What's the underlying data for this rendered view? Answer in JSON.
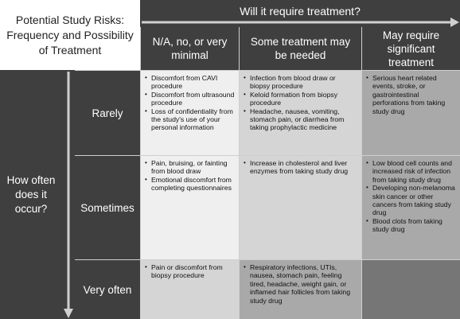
{
  "title_lines": [
    "Potential Study Risks:",
    "Frequency and Possibility",
    "of Treatment"
  ],
  "top_axis_label": "Will it require treatment?",
  "left_axis_lines": [
    "How often",
    "does it",
    "occur?"
  ],
  "columns": [
    {
      "lines": [
        "N/A, no, or very",
        "minimal"
      ]
    },
    {
      "lines": [
        "Some treatment may",
        "be needed"
      ]
    },
    {
      "lines": [
        "May require",
        "significant",
        "treatment"
      ]
    }
  ],
  "rows": [
    {
      "label": "Rarely",
      "cells": [
        [
          "Discomfort from CAVI procedure",
          "Discomfort from ultrasound procedure",
          "Loss of confidentiality from the study's use of your personal information"
        ],
        [
          "Infection from blood draw or biopsy procedure",
          "Keloid formation from biopsy procedure",
          "Headache, nausea, vomiting, stomach pain, or diarrhea from taking prophylactic medicine"
        ],
        [
          "Serious heart related events, stroke, or gastrointestinal perforations from taking study drug"
        ]
      ]
    },
    {
      "label": "Sometimes",
      "cells": [
        [
          "Pain, bruising, or fainting from blood draw",
          "Emotional discomfort from completing questionnaires"
        ],
        [
          "Increase in cholesterol and liver enzymes from taking study drug"
        ],
        [
          "Low blood cell counts and increased risk of infection from taking study drug",
          "Developing non-melanoma skin cancer or other cancers from taking study drug",
          "Blood clots from taking study drug"
        ]
      ]
    },
    {
      "label": "Very often",
      "cells": [
        [
          "Pain or discomfort from biopsy procedure"
        ],
        [
          "Respiratory infections, UTIs, nausea, stomach pain, feeling tired, headache, weight gain, or inflamed hair follicles from taking study drug"
        ],
        []
      ]
    }
  ],
  "colors": {
    "header_bg": "#3f3f3f",
    "cell_lightest": "#efefef",
    "cell_light": "#d5d5d5",
    "cell_mid": "#a9a9a9",
    "cell_dark": "#767676"
  }
}
